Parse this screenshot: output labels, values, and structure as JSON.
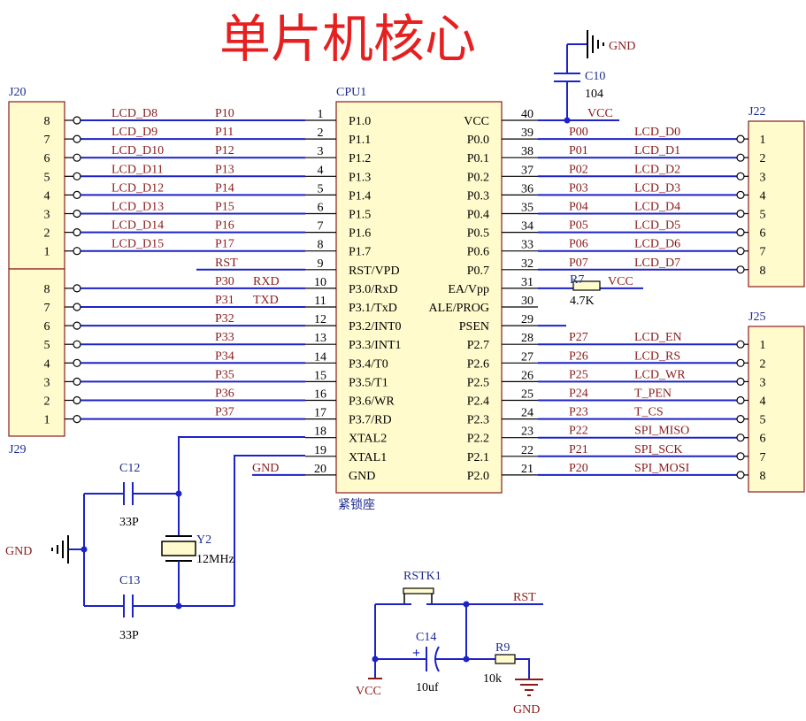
{
  "title": "单片机核心",
  "colors": {
    "wire": "#1c23c7",
    "body": "#fffbcc",
    "outline": "#8b1a1a",
    "net": "#8b1a1a",
    "designator": "#1c2a8f",
    "title": "#e52020",
    "pin": "#000000"
  },
  "cpu": {
    "designator": "CPU1",
    "footnote": "紧锁座",
    "left_pins": [
      {
        "num": "1",
        "name": "P1.0"
      },
      {
        "num": "2",
        "name": "P1.1"
      },
      {
        "num": "3",
        "name": "P1.2"
      },
      {
        "num": "4",
        "name": "P1.3"
      },
      {
        "num": "5",
        "name": "P1.4"
      },
      {
        "num": "6",
        "name": "P1.5"
      },
      {
        "num": "7",
        "name": "P1.6"
      },
      {
        "num": "8",
        "name": "P1.7"
      },
      {
        "num": "9",
        "name": "RST/VPD"
      },
      {
        "num": "10",
        "name": "P3.0/RxD"
      },
      {
        "num": "11",
        "name": "P3.1/TxD"
      },
      {
        "num": "12",
        "name": "P3.2/INT0"
      },
      {
        "num": "13",
        "name": "P3.3/INT1"
      },
      {
        "num": "14",
        "name": "P3.4/T0"
      },
      {
        "num": "15",
        "name": "P3.5/T1"
      },
      {
        "num": "16",
        "name": "P3.6/WR"
      },
      {
        "num": "17",
        "name": "P3.7/RD"
      },
      {
        "num": "18",
        "name": "XTAL2"
      },
      {
        "num": "19",
        "name": "XTAL1"
      },
      {
        "num": "20",
        "name": "GND"
      }
    ],
    "right_pins": [
      {
        "num": "40",
        "name": "VCC"
      },
      {
        "num": "39",
        "name": "P0.0"
      },
      {
        "num": "38",
        "name": "P0.1"
      },
      {
        "num": "37",
        "name": "P0.2"
      },
      {
        "num": "36",
        "name": "P0.3"
      },
      {
        "num": "35",
        "name": "P0.4"
      },
      {
        "num": "34",
        "name": "P0.5"
      },
      {
        "num": "33",
        "name": "P0.6"
      },
      {
        "num": "32",
        "name": "P0.7"
      },
      {
        "num": "31",
        "name": "EA/Vpp"
      },
      {
        "num": "30",
        "name": "ALE/PROG"
      },
      {
        "num": "29",
        "name": "PSEN"
      },
      {
        "num": "28",
        "name": "P2.7"
      },
      {
        "num": "27",
        "name": "P2.6"
      },
      {
        "num": "26",
        "name": "P2.5"
      },
      {
        "num": "25",
        "name": "P2.4"
      },
      {
        "num": "24",
        "name": "P2.3"
      },
      {
        "num": "23",
        "name": "P2.2"
      },
      {
        "num": "22",
        "name": "P2.1"
      },
      {
        "num": "21",
        "name": "P2.0"
      }
    ]
  },
  "left_nets": [
    {
      "port": "P10",
      "name": "LCD_D8"
    },
    {
      "port": "P11",
      "name": "LCD_D9"
    },
    {
      "port": "P12",
      "name": "LCD_D10"
    },
    {
      "port": "P13",
      "name": "LCD_D11"
    },
    {
      "port": "P14",
      "name": "LCD_D12"
    },
    {
      "port": "P15",
      "name": "LCD_D13"
    },
    {
      "port": "P16",
      "name": "LCD_D14"
    },
    {
      "port": "P17",
      "name": "LCD_D15"
    },
    {
      "port": "RST",
      "name": ""
    },
    {
      "port": "P30",
      "name": "RXD"
    },
    {
      "port": "P31",
      "name": "TXD"
    },
    {
      "port": "P32",
      "name": ""
    },
    {
      "port": "P33",
      "name": ""
    },
    {
      "port": "P34",
      "name": ""
    },
    {
      "port": "P35",
      "name": ""
    },
    {
      "port": "P36",
      "name": ""
    },
    {
      "port": "P37",
      "name": ""
    },
    {
      "port": "",
      "name": ""
    },
    {
      "port": "",
      "name": ""
    },
    {
      "port": "GND",
      "name": ""
    }
  ],
  "right_nets": [
    {
      "port": "VCC",
      "name": ""
    },
    {
      "port": "P00",
      "name": "LCD_D0"
    },
    {
      "port": "P01",
      "name": "LCD_D1"
    },
    {
      "port": "P02",
      "name": "LCD_D2"
    },
    {
      "port": "P03",
      "name": "LCD_D3"
    },
    {
      "port": "P04",
      "name": "LCD_D4"
    },
    {
      "port": "P05",
      "name": "LCD_D5"
    },
    {
      "port": "P06",
      "name": "LCD_D6"
    },
    {
      "port": "P07",
      "name": "LCD_D7"
    },
    {
      "port": "VCC",
      "name": ""
    },
    {
      "port": "",
      "name": ""
    },
    {
      "port": "",
      "name": ""
    },
    {
      "port": "P27",
      "name": "LCD_EN"
    },
    {
      "port": "P26",
      "name": "LCD_RS"
    },
    {
      "port": "P25",
      "name": "LCD_WR"
    },
    {
      "port": "P24",
      "name": "T_PEN"
    },
    {
      "port": "P23",
      "name": "T_CS"
    },
    {
      "port": "P22",
      "name": "SPI_MISO"
    },
    {
      "port": "P21",
      "name": "SPI_SCK"
    },
    {
      "port": "P20",
      "name": "SPI_MOSI"
    }
  ],
  "connectors": {
    "J20": {
      "designator": "J20",
      "pins": [
        "8",
        "7",
        "6",
        "5",
        "4",
        "3",
        "2",
        "1"
      ]
    },
    "J29": {
      "designator": "J29",
      "pins": [
        "8",
        "7",
        "6",
        "5",
        "4",
        "3",
        "2",
        "1"
      ]
    },
    "J22": {
      "designator": "J22",
      "pins": [
        "1",
        "2",
        "3",
        "4",
        "5",
        "6",
        "7",
        "8"
      ]
    },
    "J25": {
      "designator": "J25",
      "pins": [
        "1",
        "2",
        "3",
        "4",
        "5",
        "6",
        "7",
        "8"
      ]
    }
  },
  "components": {
    "C10": {
      "designator": "C10",
      "value": "104"
    },
    "R7": {
      "designator": "R7",
      "value": "4.7K"
    },
    "C12": {
      "designator": "C12",
      "value": "33P"
    },
    "C13": {
      "designator": "C13",
      "value": "33P"
    },
    "Y2": {
      "designator": "Y2",
      "value": "12MHz"
    },
    "RSTK1": {
      "designator": "RSTK1"
    },
    "C14": {
      "designator": "C14",
      "value": "10uf"
    },
    "R9": {
      "designator": "R9",
      "value": "10k"
    }
  },
  "power": {
    "gnd": "GND",
    "vcc": "VCC",
    "rst": "RST"
  }
}
